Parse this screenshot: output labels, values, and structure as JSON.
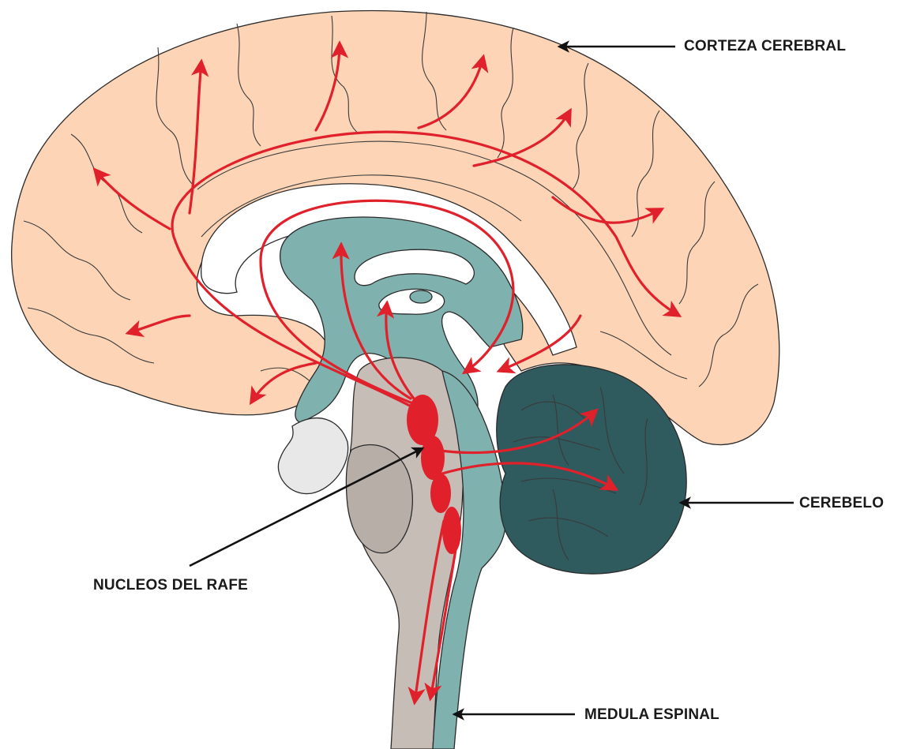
{
  "labels": {
    "cortex": "CORTEZA CEREBRAL",
    "cerebellum": "CEREBELO",
    "raphe": "NUCLEOS DEL RAFE",
    "spinal": "MEDULA ESPINAL"
  },
  "colors": {
    "cortex_fill": "#fdd4b6",
    "ventricle_teal": "#7fb1ae",
    "cerebellum_fill": "#2f5a5e",
    "brainstem_gray": "#c6bdb6",
    "pathway_red": "#e0202a",
    "pointer_black": "#111111"
  }
}
